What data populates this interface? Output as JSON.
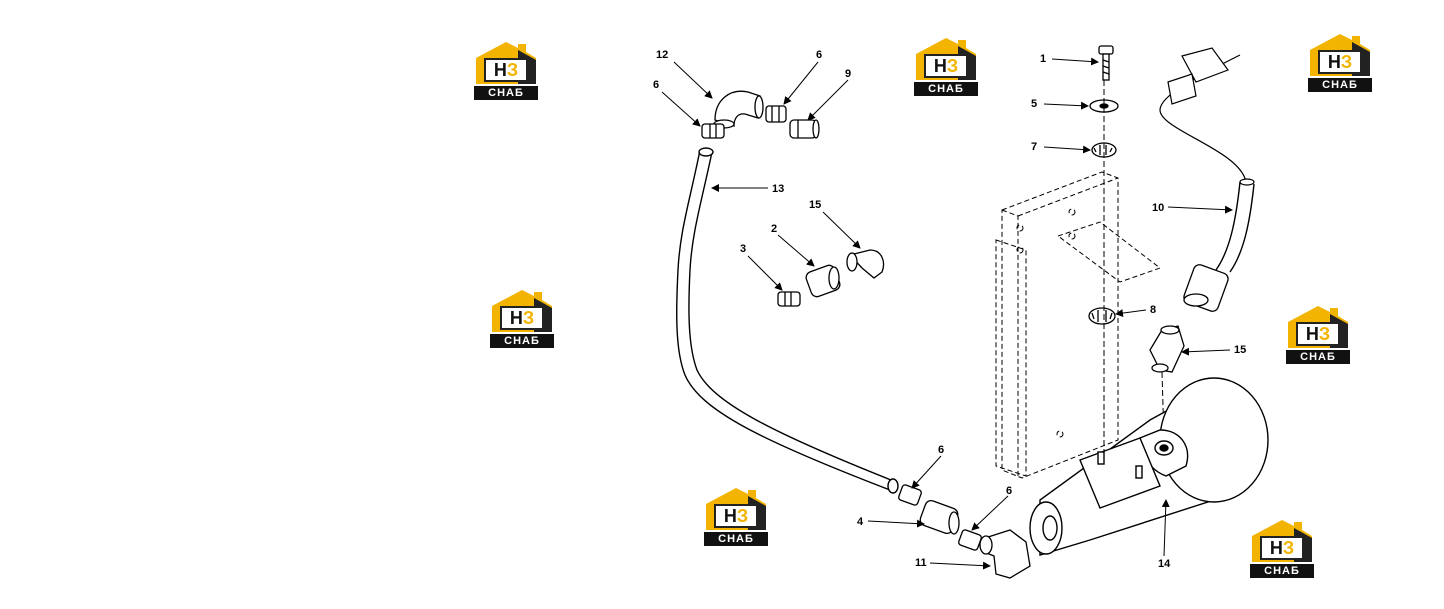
{
  "logo": {
    "main_a": "Н",
    "main_b": "З",
    "sub": "СНАБ"
  },
  "callouts": {
    "c1": "1",
    "c2": "2",
    "c3": "3",
    "c4": "4",
    "c5": "5",
    "c6a": "6",
    "c6b": "6",
    "c6c": "6",
    "c6d": "6",
    "c7": "7",
    "c8": "8",
    "c9": "9",
    "c10": "10",
    "c11": "11",
    "c12": "12",
    "c13": "13",
    "c14": "14",
    "c15a": "15",
    "c15b": "15"
  },
  "colors": {
    "logo_yellow": "#f2b400",
    "logo_dark": "#111111",
    "line": "#000000"
  }
}
